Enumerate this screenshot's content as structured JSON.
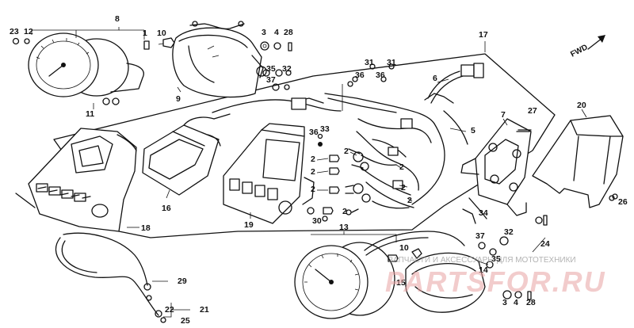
{
  "fwd_label": "FWD",
  "watermark": {
    "text": "ЗАПЧАСТИ И АКСЕССУАРЫ ДЛЯ МОТОТЕХНИКИ",
    "logo": "PARTSFOR.RU"
  },
  "callouts": {
    "c1": "1",
    "c2": "2",
    "c3": "3",
    "c4": "4",
    "c5": "5",
    "c6": "6",
    "c7": "7",
    "c8": "8",
    "c9": "9",
    "c10": "10",
    "c11": "11",
    "c12": "12",
    "c13": "13",
    "c14": "14",
    "c15": "15",
    "c16": "16",
    "c17": "17",
    "c18": "18",
    "c19": "19",
    "c20": "20",
    "c21": "21",
    "c22": "22",
    "c23": "23",
    "c24": "24",
    "c25": "25",
    "c26": "26",
    "c27": "27",
    "c28": "28",
    "c29": "29",
    "c30": "30",
    "c31": "31",
    "c32": "32",
    "c33": "33",
    "c34": "34",
    "c35": "35",
    "c36": "36",
    "c37": "37"
  }
}
